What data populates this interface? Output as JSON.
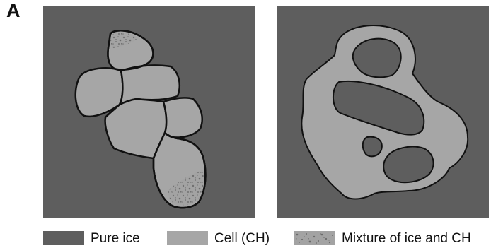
{
  "panel_label": "A",
  "colors": {
    "pure_ice": "#5e5e5e",
    "cell": "#a6a6a6",
    "mixture_base": "#a3a3a3",
    "mixture_speckle": "#6a6a6a",
    "outline": "#111111"
  },
  "legend": [
    {
      "key": "pure_ice",
      "label": "Pure ice",
      "swatch": "solid-dark"
    },
    {
      "key": "cell",
      "label": "Cell (CH)",
      "swatch": "solid-light"
    },
    {
      "key": "mixture",
      "label": "Mixture of ice and CH",
      "swatch": "speckled"
    }
  ]
}
